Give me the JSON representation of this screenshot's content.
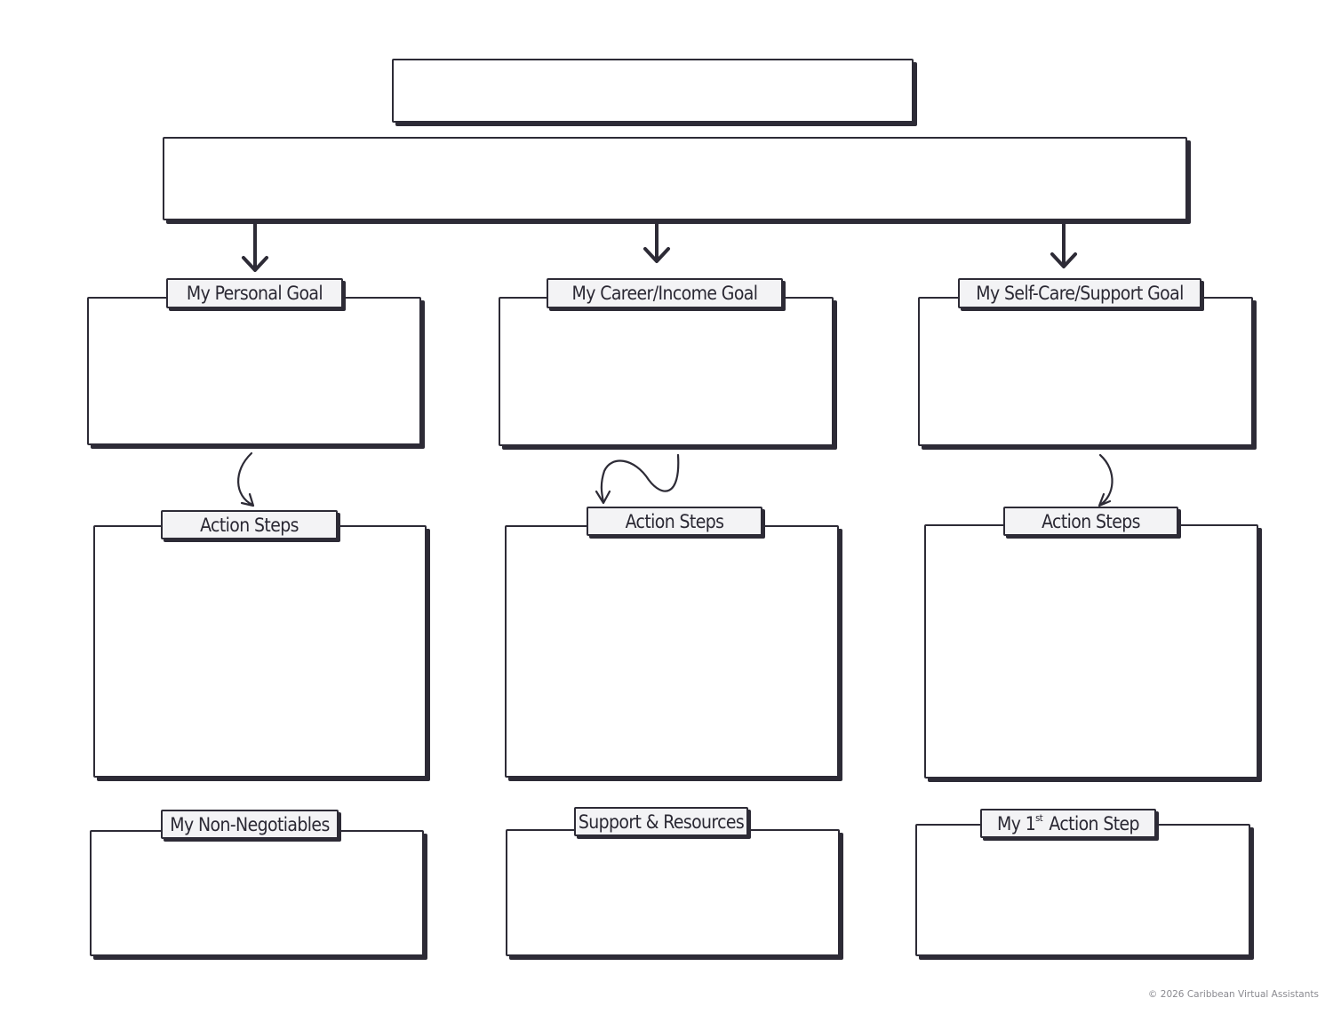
{
  "labels": {
    "personal_goal": "My Personal Goal",
    "career_goal": "My Career/Income Goal",
    "selfcare_goal": "My Self-Care/Support Goal",
    "action_steps_1": "Action Steps",
    "action_steps_2": "Action Steps",
    "action_steps_3": "Action Steps",
    "non_negotiables": "My Non-Negotiables",
    "support_resources": "Support & Resources",
    "first_action_step_prefix": "My 1",
    "first_action_step_sup": "st",
    "first_action_step_suffix": " Action Step"
  },
  "footer": {
    "copyright": "© 2026 Caribbean Virtual Assistants"
  },
  "colors": {
    "ink": "#2d2b36",
    "tab_fill": "#f3f3f5",
    "footer_text": "#8a8a90"
  }
}
